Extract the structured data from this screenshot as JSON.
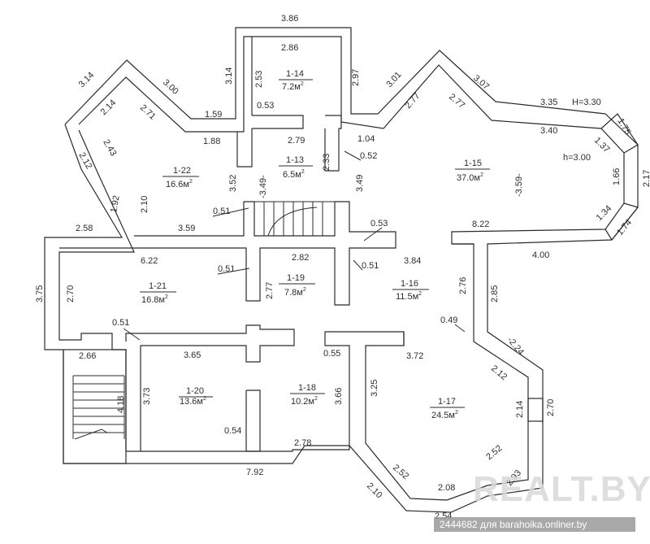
{
  "rooms": [
    {
      "id": "1-13",
      "area": "6.5м"
    },
    {
      "id": "1-14",
      "area": "7.2м"
    },
    {
      "id": "1-15",
      "area": "37.0м"
    },
    {
      "id": "1-16",
      "area": "11.5м"
    },
    {
      "id": "1-17",
      "area": "24.5м"
    },
    {
      "id": "1-18",
      "area": "10.2м"
    },
    {
      "id": "1-19",
      "area": "7.8м"
    },
    {
      "id": "1-20",
      "area": "13.6м"
    },
    {
      "id": "1-21",
      "area": "16.8м"
    },
    {
      "id": "1-22",
      "area": "16.6м"
    }
  ],
  "area_superscript": "2",
  "dimensions": {
    "d386": "3.86",
    "d286": "2.86",
    "d253": "2.53",
    "d314a": "3.14",
    "d297": "2.97",
    "d314b": "3.14",
    "d300": "3.00",
    "d214": "2.14",
    "d271": "2.71",
    "d159": "1.59",
    "d053a": "0.53",
    "d279": "2.79",
    "d188": "1.88",
    "d243": "2.43",
    "d212": "2.12",
    "d301": "3.01",
    "d307": "3.07",
    "d277a": "2.77",
    "d277b": "2.77",
    "d335": "3.35",
    "h330": "H=3.30",
    "d175": "1.75",
    "d137": "1.37",
    "d340": "3.40",
    "d104": "1.04",
    "d052": "0.52",
    "d233": "2.33",
    "d349a": "-3.49-",
    "d349b": "3.49",
    "d352": "3.52",
    "h300": "h=3.00",
    "d166": "1.66",
    "d217": "2.17",
    "d359a": "-3.59-",
    "d192": "1.92",
    "d210a": "2.10",
    "d051a": "0.51",
    "d359b": "3.59",
    "d258": "2.58",
    "d053b": "0.53",
    "d822": "8.22",
    "d134": "1.34",
    "d174": "1.74",
    "d400": "4.00",
    "d622": "6.22",
    "d282": "2.82",
    "d384": "3.84",
    "d051b": "0.51",
    "d051c": "0.51",
    "d375": "3.75",
    "d270a": "2.70",
    "d277c": "2.77",
    "d276": "2.76",
    "d285": "2.85",
    "d049": "0.49",
    "d051d": "0.51",
    "d224": "-2.24",
    "d266": "2.66",
    "d365": "3.65",
    "d055": "0.55",
    "d372": "3.72",
    "d212b": "2.12",
    "d373": "3.73",
    "d366": "3.66",
    "d325": "3.25",
    "d214b": "2.14",
    "d270b": "2.70",
    "d418": "4.18",
    "d054": "0.54",
    "d278": "2.78",
    "d252a": "2.52",
    "d252b": "2.52",
    "d293": "2.93",
    "d792": "7.92",
    "d210b": "2.10",
    "d208": "2.08",
    "d254": "2.54"
  },
  "watermark": {
    "brand": "REALT.BY",
    "caption": "2444682 для barahoika.onliner.by"
  }
}
